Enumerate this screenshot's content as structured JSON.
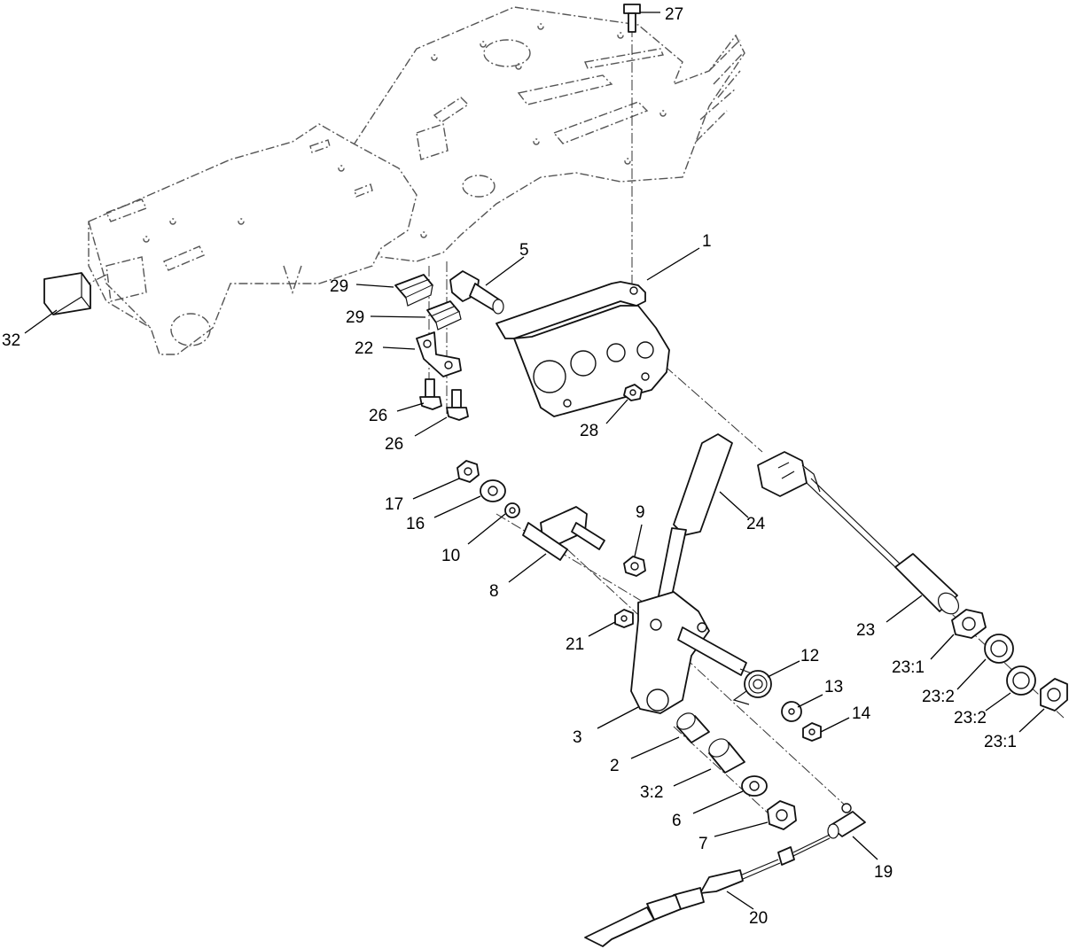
{
  "callouts": [
    {
      "id": "c1",
      "label": "1"
    },
    {
      "id": "c2",
      "label": "2"
    },
    {
      "id": "c3",
      "label": "3"
    },
    {
      "id": "c3-2",
      "label": "3:2"
    },
    {
      "id": "c5",
      "label": "5"
    },
    {
      "id": "c6",
      "label": "6"
    },
    {
      "id": "c7",
      "label": "7"
    },
    {
      "id": "c8",
      "label": "8"
    },
    {
      "id": "c9",
      "label": "9"
    },
    {
      "id": "c10",
      "label": "10"
    },
    {
      "id": "c12",
      "label": "12"
    },
    {
      "id": "c13",
      "label": "13"
    },
    {
      "id": "c14",
      "label": "14"
    },
    {
      "id": "c16",
      "label": "16"
    },
    {
      "id": "c17",
      "label": "17"
    },
    {
      "id": "c19",
      "label": "19"
    },
    {
      "id": "c20",
      "label": "20"
    },
    {
      "id": "c21",
      "label": "21"
    },
    {
      "id": "c22",
      "label": "22"
    },
    {
      "id": "c23",
      "label": "23"
    },
    {
      "id": "c23-1a",
      "label": "23:1"
    },
    {
      "id": "c23-2a",
      "label": "23:2"
    },
    {
      "id": "c23-2b",
      "label": "23:2"
    },
    {
      "id": "c23-1b",
      "label": "23:1"
    },
    {
      "id": "c24",
      "label": "24"
    },
    {
      "id": "c26a",
      "label": "26"
    },
    {
      "id": "c26b",
      "label": "26"
    },
    {
      "id": "c27",
      "label": "27"
    },
    {
      "id": "c28",
      "label": "28"
    },
    {
      "id": "c29a",
      "label": "29"
    },
    {
      "id": "c29b",
      "label": "29"
    },
    {
      "id": "c32",
      "label": "32"
    }
  ]
}
